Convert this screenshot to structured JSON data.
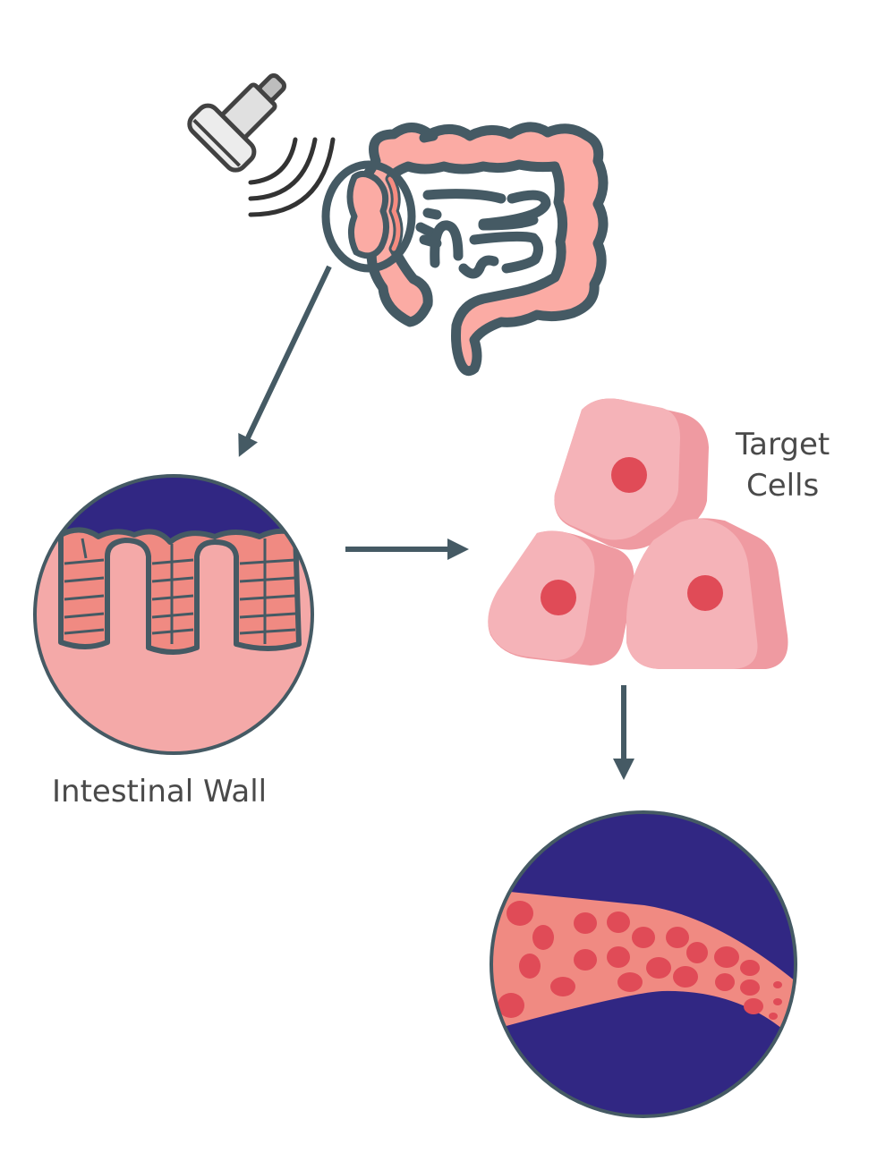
{
  "diagram": {
    "labels": {
      "intestinal_wall": "Intestinal Wall",
      "target_cells_line1": "Target",
      "target_cells_line2": "Cells"
    },
    "nodes": [
      {
        "id": "ultrasound-probe",
        "description": "ultrasound probe emitting waves"
      },
      {
        "id": "intestine",
        "description": "intestine with highlighted region"
      },
      {
        "id": "intestinal-wall",
        "description": "cross-section of intestinal wall with villi"
      },
      {
        "id": "target-cells",
        "description": "three target cells"
      },
      {
        "id": "blood-vessel",
        "description": "blood vessel with red blood cells"
      }
    ],
    "edges": [
      {
        "from": "intestine",
        "to": "intestinal-wall"
      },
      {
        "from": "intestinal-wall",
        "to": "target-cells"
      },
      {
        "from": "target-cells",
        "to": "blood-vessel"
      }
    ],
    "colors": {
      "outline": "#455a64",
      "intestine_fill": "#fbaba4",
      "intestine_accent": "#f68b80",
      "lumen": "#312783",
      "tissue": "#f4a9a8",
      "villi": "#f08a82",
      "cell_light": "#f5b3b8",
      "cell_shade": "#ef9aa1",
      "nucleus": "#e04b57",
      "probe_fill": "#e6e6e6",
      "text": "#4a4a4a"
    }
  }
}
